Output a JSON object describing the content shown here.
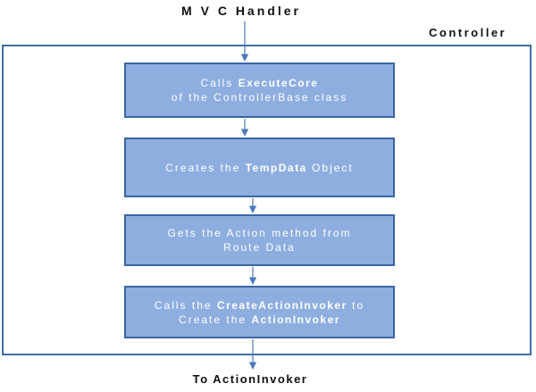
{
  "labels": {
    "top": "M V C Handler",
    "container": "Controller",
    "bottom": "To ActionInvoker"
  },
  "steps": [
    {
      "line1_pre": "Calls ",
      "line1_bold": "ExecuteCore",
      "line1_post": "",
      "line2_pre": "of the ControllerBase class",
      "line2_bold": "",
      "line2_post": ""
    },
    {
      "line1_pre": "Creates the ",
      "line1_bold": "TempData",
      "line1_post": " Object",
      "line2_pre": "",
      "line2_bold": "",
      "line2_post": ""
    },
    {
      "line1_pre": "Gets the Action method from",
      "line1_bold": "",
      "line1_post": "",
      "line2_pre": "Route Data",
      "line2_bold": "",
      "line2_post": ""
    },
    {
      "line1_pre": "Calls the ",
      "line1_bold": "CreateActionInvoker",
      "line1_post": " to",
      "line2_pre": "Create the ",
      "line2_bold": "ActionInvoker",
      "line2_post": ""
    }
  ],
  "colors": {
    "box_fill": "#8eaee0",
    "box_border": "#3b66a5",
    "frame_border": "#3f6da8",
    "arrow": "#4a7ab8"
  }
}
